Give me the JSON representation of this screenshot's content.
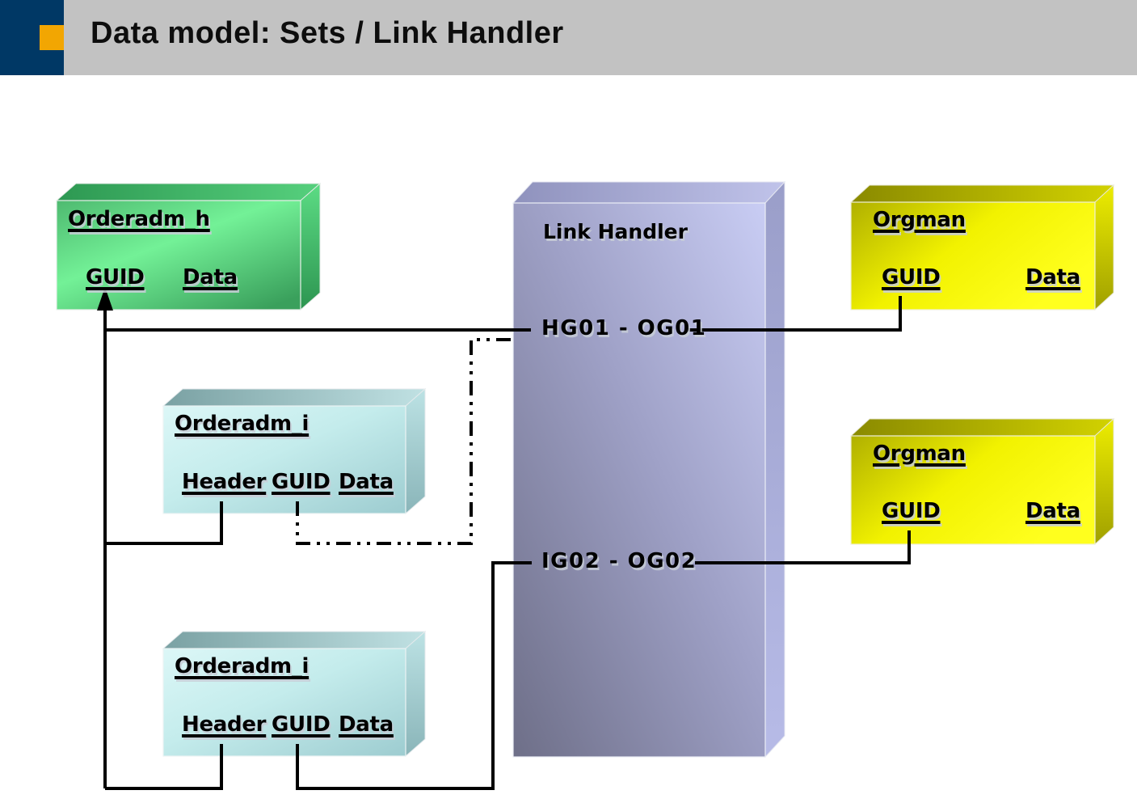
{
  "slide": {
    "title": "Data model: Sets / Link Handler"
  },
  "palette": {
    "header_gray": "#c2c2c2",
    "logo_navy": "#003865",
    "logo_orange": "#f2a602",
    "box_green": "#5fdd85",
    "box_cyan": "#bfe6e8",
    "box_yellow": "#f0f000",
    "box_lavender": "#a9aed6",
    "connector_black": "#000000"
  },
  "boxes": {
    "orderadm_h": {
      "title": "Orderadm_h",
      "fields": [
        "GUID",
        "Data"
      ]
    },
    "orderadm_i_top": {
      "title": "Orderadm_i",
      "fields": [
        "Header",
        "GUID",
        "Data"
      ]
    },
    "orderadm_i_bottom": {
      "title": "Orderadm_i",
      "fields": [
        "Header",
        "GUID",
        "Data"
      ]
    },
    "link_handler": {
      "title": "Link Handler",
      "links": [
        "HG01 - OG01",
        "IG02 - OG02"
      ]
    },
    "orgman_top": {
      "title": "Orgman",
      "fields": [
        "GUID",
        "Data"
      ]
    },
    "orgman_bottom": {
      "title": "Orgman",
      "fields": [
        "GUID",
        "Data"
      ]
    }
  }
}
